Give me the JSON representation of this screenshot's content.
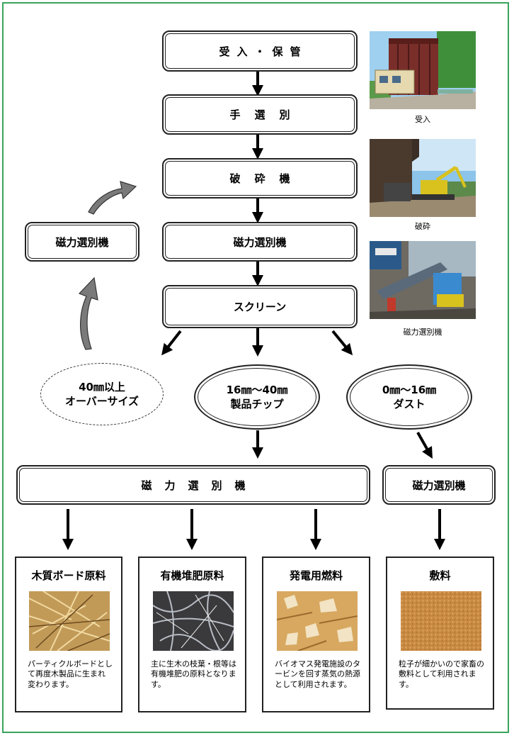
{
  "flow": {
    "step_receive": "受入・保管",
    "step_hand_sort": "手選別",
    "step_crusher": "破砕機",
    "step_magnet_1": "磁力選別機",
    "step_screen": "スクリーン",
    "step_magnet_side": "磁力選別機",
    "step_magnet_main": "磁力選別機",
    "step_magnet_dust": "磁力選別機"
  },
  "sizes": {
    "oversize_line1": "40㎜以上",
    "oversize_line2": "オーバーサイズ",
    "chips_line1": "16㎜～40㎜",
    "chips_line2": "製品チップ",
    "dust_line1": "0㎜～16㎜",
    "dust_line2": "ダスト"
  },
  "photos": {
    "receive_caption": "受入",
    "crush_caption": "破砕",
    "magnet_caption": "磁力選別機"
  },
  "products": [
    {
      "title": "木質ボード原料",
      "desc": "パーティクルボードとして再度木製品に生まれ変わります。",
      "texture": "straw"
    },
    {
      "title": "有機堆肥原料",
      "desc": "主に生木の枝葉・根等は有機堆肥の原料となります。",
      "texture": "dark"
    },
    {
      "title": "発電用燃料",
      "desc": "バイオマス発電施設のタービンを回す蒸気の熱源として利用されます。",
      "texture": "chips"
    },
    {
      "title": "敷料",
      "desc": "粒子が細かいので家畜の敷料として利用されます。",
      "texture": "sawdust"
    }
  ],
  "colors": {
    "frame": "#3aa35c",
    "curved_arrow": "#7a7a7a",
    "arrow": "#000000"
  }
}
